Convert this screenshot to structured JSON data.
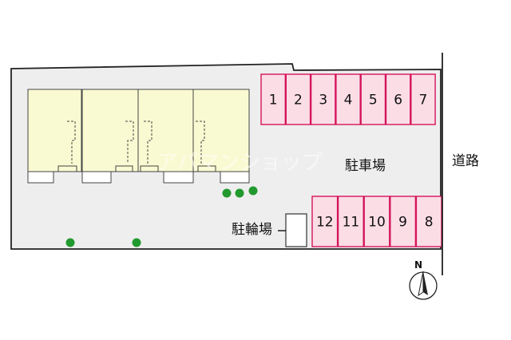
{
  "parking": {
    "label": "駐車場",
    "top_row": [
      "1",
      "2",
      "3",
      "4",
      "5",
      "6",
      "7"
    ],
    "bottom_row": [
      "12",
      "11",
      "10",
      "9",
      "8"
    ]
  },
  "bicycle_parking": {
    "label": "駐輪場"
  },
  "road": {
    "label": "道路"
  },
  "compass": {
    "label": "N"
  },
  "watermark": {
    "text": "アパマンショップ"
  },
  "colors": {
    "lot_fill": "#eeeeee",
    "building_fill": "#fafad2",
    "parking_fill": "#fbdde6",
    "parking_border": "#d4145a",
    "tree": "#22992e"
  }
}
